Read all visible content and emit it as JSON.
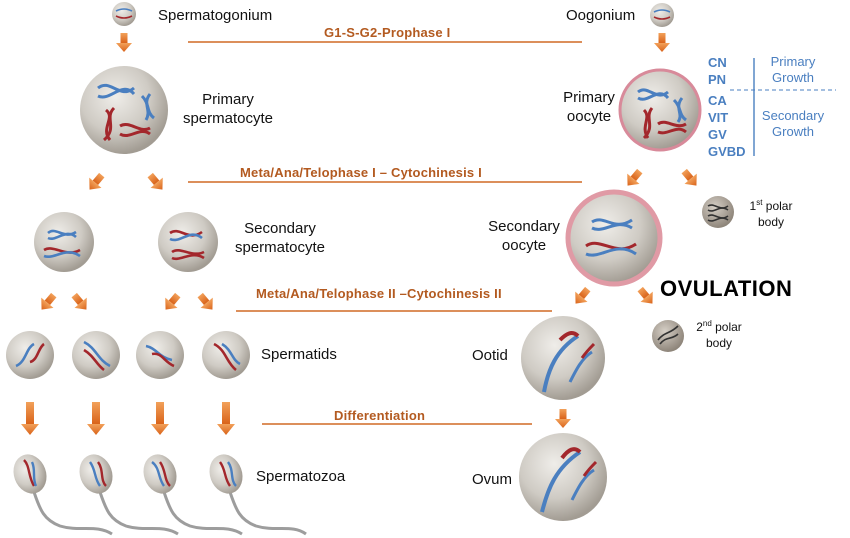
{
  "male": {
    "spermatogonium": "Spermatogonium",
    "primary": [
      "Primary",
      "spermatocyte"
    ],
    "secondary": [
      "Secondary",
      "spermatocyte"
    ],
    "spermatids": "Spermatids",
    "spermatozoa": "Spermatozoa"
  },
  "female": {
    "oogonium": "Oogonium",
    "primary": [
      "Primary",
      "oocyte"
    ],
    "secondary": [
      "Secondary",
      "oocyte"
    ],
    "ootid": "Ootid",
    "ovum": "Ovum",
    "polar1": {
      "num": "1",
      "sup": "st",
      "rest": " polar",
      "line2": "body"
    },
    "polar2": {
      "num": "2",
      "sup": "nd",
      "rest": " polar",
      "line2": "body"
    },
    "ovulation": "OVULATION"
  },
  "phases": {
    "p1": "G1-S-G2-Prophase I",
    "p2": "Meta/Ana/Telophase I – Cytochinesis I",
    "p3": "Meta/Ana/Telophase II –Cytochinesis II",
    "p4": "Differentiation"
  },
  "growth": {
    "primary_items": [
      "CN",
      "PN"
    ],
    "secondary_items": [
      "CA",
      "VIT",
      "GV",
      "GVBD"
    ],
    "primary_label": [
      "Primary",
      "Growth"
    ],
    "secondary_label": [
      "Secondary",
      "Growth"
    ]
  },
  "colors": {
    "arrow": "#e0701f",
    "phase_text": "#b35a20",
    "growth_text": "#4a7fc0",
    "chrom_red": "#a3272c",
    "chrom_blue": "#4a7fc0",
    "oocyte_ring": "#d88a9a"
  }
}
